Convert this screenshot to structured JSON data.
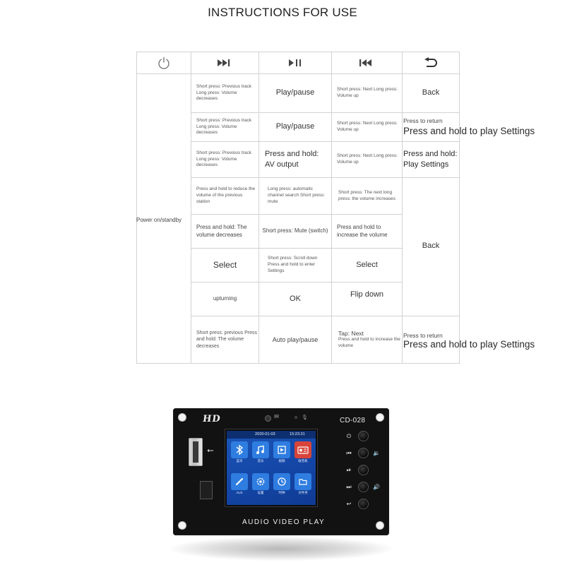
{
  "title": "INSTRUCTIONS FOR USE",
  "header_icons": [
    "power-icon",
    "next-track-icon",
    "play-pause-icon",
    "previous-track-icon",
    "return-icon"
  ],
  "power_label": "Power on/standby",
  "rows": [
    {
      "next": "Short press: Previous track Long press: Volume decreases",
      "play": "Play/pause",
      "prev": "Short press: Next Long press: Volume up",
      "ret": "Back"
    },
    {
      "next": "Short press: Previous track Long press: Volume decreases",
      "play": "Play/pause",
      "prev": "Short press: Next Long press: Volume up",
      "ret_small": "Press to return",
      "ret": "Press and hold to play Settings"
    },
    {
      "next": "Short press: Previous track Long press: Volume decreases",
      "play_line1": "Press and hold:",
      "play_line2": "AV output",
      "prev": "Short press: Next Long press: Volume up",
      "ret_line1": "Press and hold:",
      "ret_line2": "Play Settings"
    },
    {
      "next": "Press and hold to reduce the volume of the previous station",
      "play": "Long press: automatic channel search Short press: mute",
      "prev": "Short press: The next long press: the volume increases"
    },
    {
      "next": "Press and hold: The volume decreases",
      "play": "Short press: Mute (switch)",
      "prev": "Press and hold to increase the volume",
      "ret": "Back"
    },
    {
      "next": "Select",
      "play": "Short press: Scroll down Press and hold to enter Settings",
      "prev": "Select"
    },
    {
      "next": "upturning",
      "play": "OK",
      "prev": "Flip down"
    },
    {
      "next": "Short press: previous Press and hold: The volume decreases",
      "play": "Auto play/pause",
      "prev_line1": "Tap: Next",
      "prev_line2": "Press and hold to increase the volume",
      "ret_small": "Press to return",
      "ret": "Press and hold to play Settings"
    }
  ],
  "device": {
    "logo": "HD",
    "model": "CD-028",
    "ir_label": "IR",
    "date": "2020-01-03",
    "time": "15:23:31",
    "panel_text": "AUDIO VIDEO PLAY",
    "apps": [
      {
        "icon": "bluetooth-icon",
        "label": "蓝牙",
        "color": "#2f7de0"
      },
      {
        "icon": "music-icon",
        "label": "音乐",
        "color": "#2f7de0"
      },
      {
        "icon": "video-icon",
        "label": "视频",
        "color": "#2f7de0"
      },
      {
        "icon": "radio-icon",
        "label": "收音机",
        "color": "#d8443a"
      },
      {
        "icon": "aux-icon",
        "label": "AUX",
        "color": "#2f7de0"
      },
      {
        "icon": "settings-icon",
        "label": "设置",
        "color": "#2f7de0"
      },
      {
        "icon": "clock-icon",
        "label": "时钟",
        "color": "#2f7de0"
      },
      {
        "icon": "file-icon",
        "label": "文件夹",
        "color": "#2f7de0"
      }
    ],
    "colors": {
      "board": "#121212",
      "screen": "#1446a6"
    }
  }
}
